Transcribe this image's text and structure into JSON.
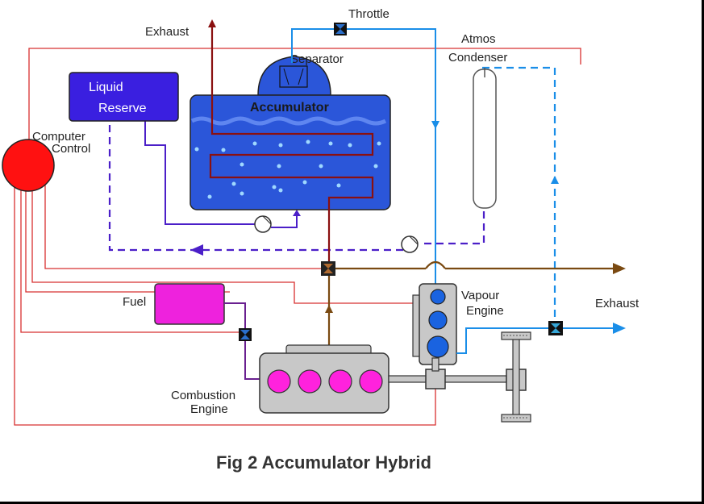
{
  "labels": {
    "exhaust_top": "Exhaust",
    "throttle": "Throttle",
    "atmos": "Atmos",
    "condenser": "Condenser",
    "separator": "Separator",
    "liquid": "Liquid",
    "reserve": "Reserve",
    "accumulator": "Accumulator",
    "computer": "Computer",
    "control": "Control",
    "fuel": "Fuel",
    "vapour": "Vapour",
    "engine_v": "Engine",
    "exhaust_right": "Exhaust",
    "combustion": "Combustion",
    "engine_c": "Engine"
  },
  "caption": "Fig 2  Accumulator Hybrid",
  "colors": {
    "accumulator": "#2b56d9",
    "liquid_reserve": "#3a1fe0",
    "computer": "#ff1111",
    "fuel": "#ee22dd",
    "engine_gray": "#c8c8c8",
    "blue_line": "#1a8ee8",
    "dark_red_line": "#8a1010",
    "brown_line": "#7a4a12",
    "purple_line": "#4b1fc8",
    "red_wire": "#d83030",
    "cylinder_magenta": "#ff22dd",
    "cylinder_blue": "#1a63e0"
  },
  "icons": [
    "pump-icon",
    "valve-icon",
    "arrow-icon"
  ]
}
